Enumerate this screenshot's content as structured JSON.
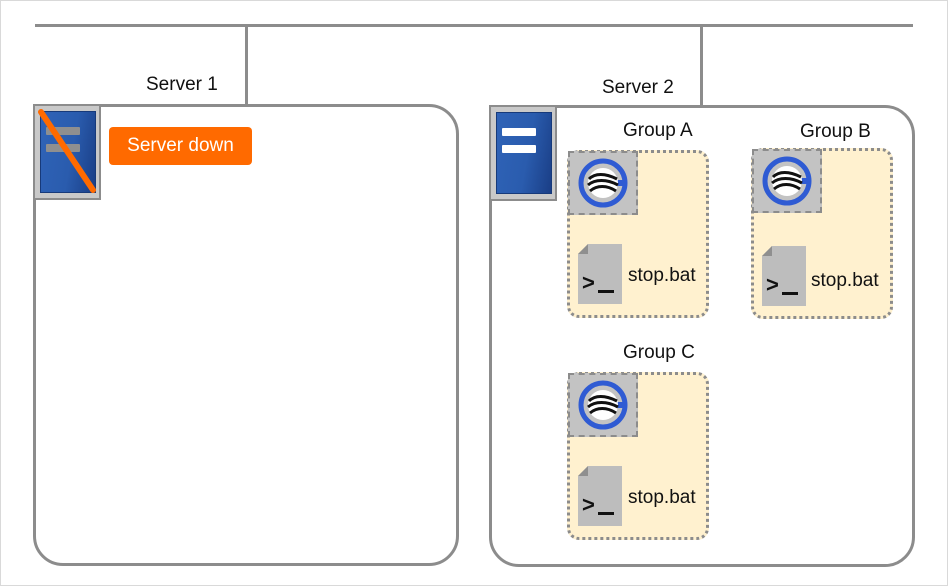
{
  "servers": [
    {
      "label": "Server 1",
      "status": "Server down"
    },
    {
      "label": "Server 2"
    }
  ],
  "groups": [
    {
      "label": "Group A",
      "script": "stop.bat"
    },
    {
      "label": "Group B",
      "script": "stop.bat"
    },
    {
      "label": "Group C",
      "script": "stop.bat"
    }
  ],
  "colors": {
    "line": "#8c8c8c",
    "server_blue": "#2a5cae",
    "status_badge": "#ff6a00",
    "group_fill": "#fff1cf",
    "resource_blue": "#2f5bd3"
  }
}
